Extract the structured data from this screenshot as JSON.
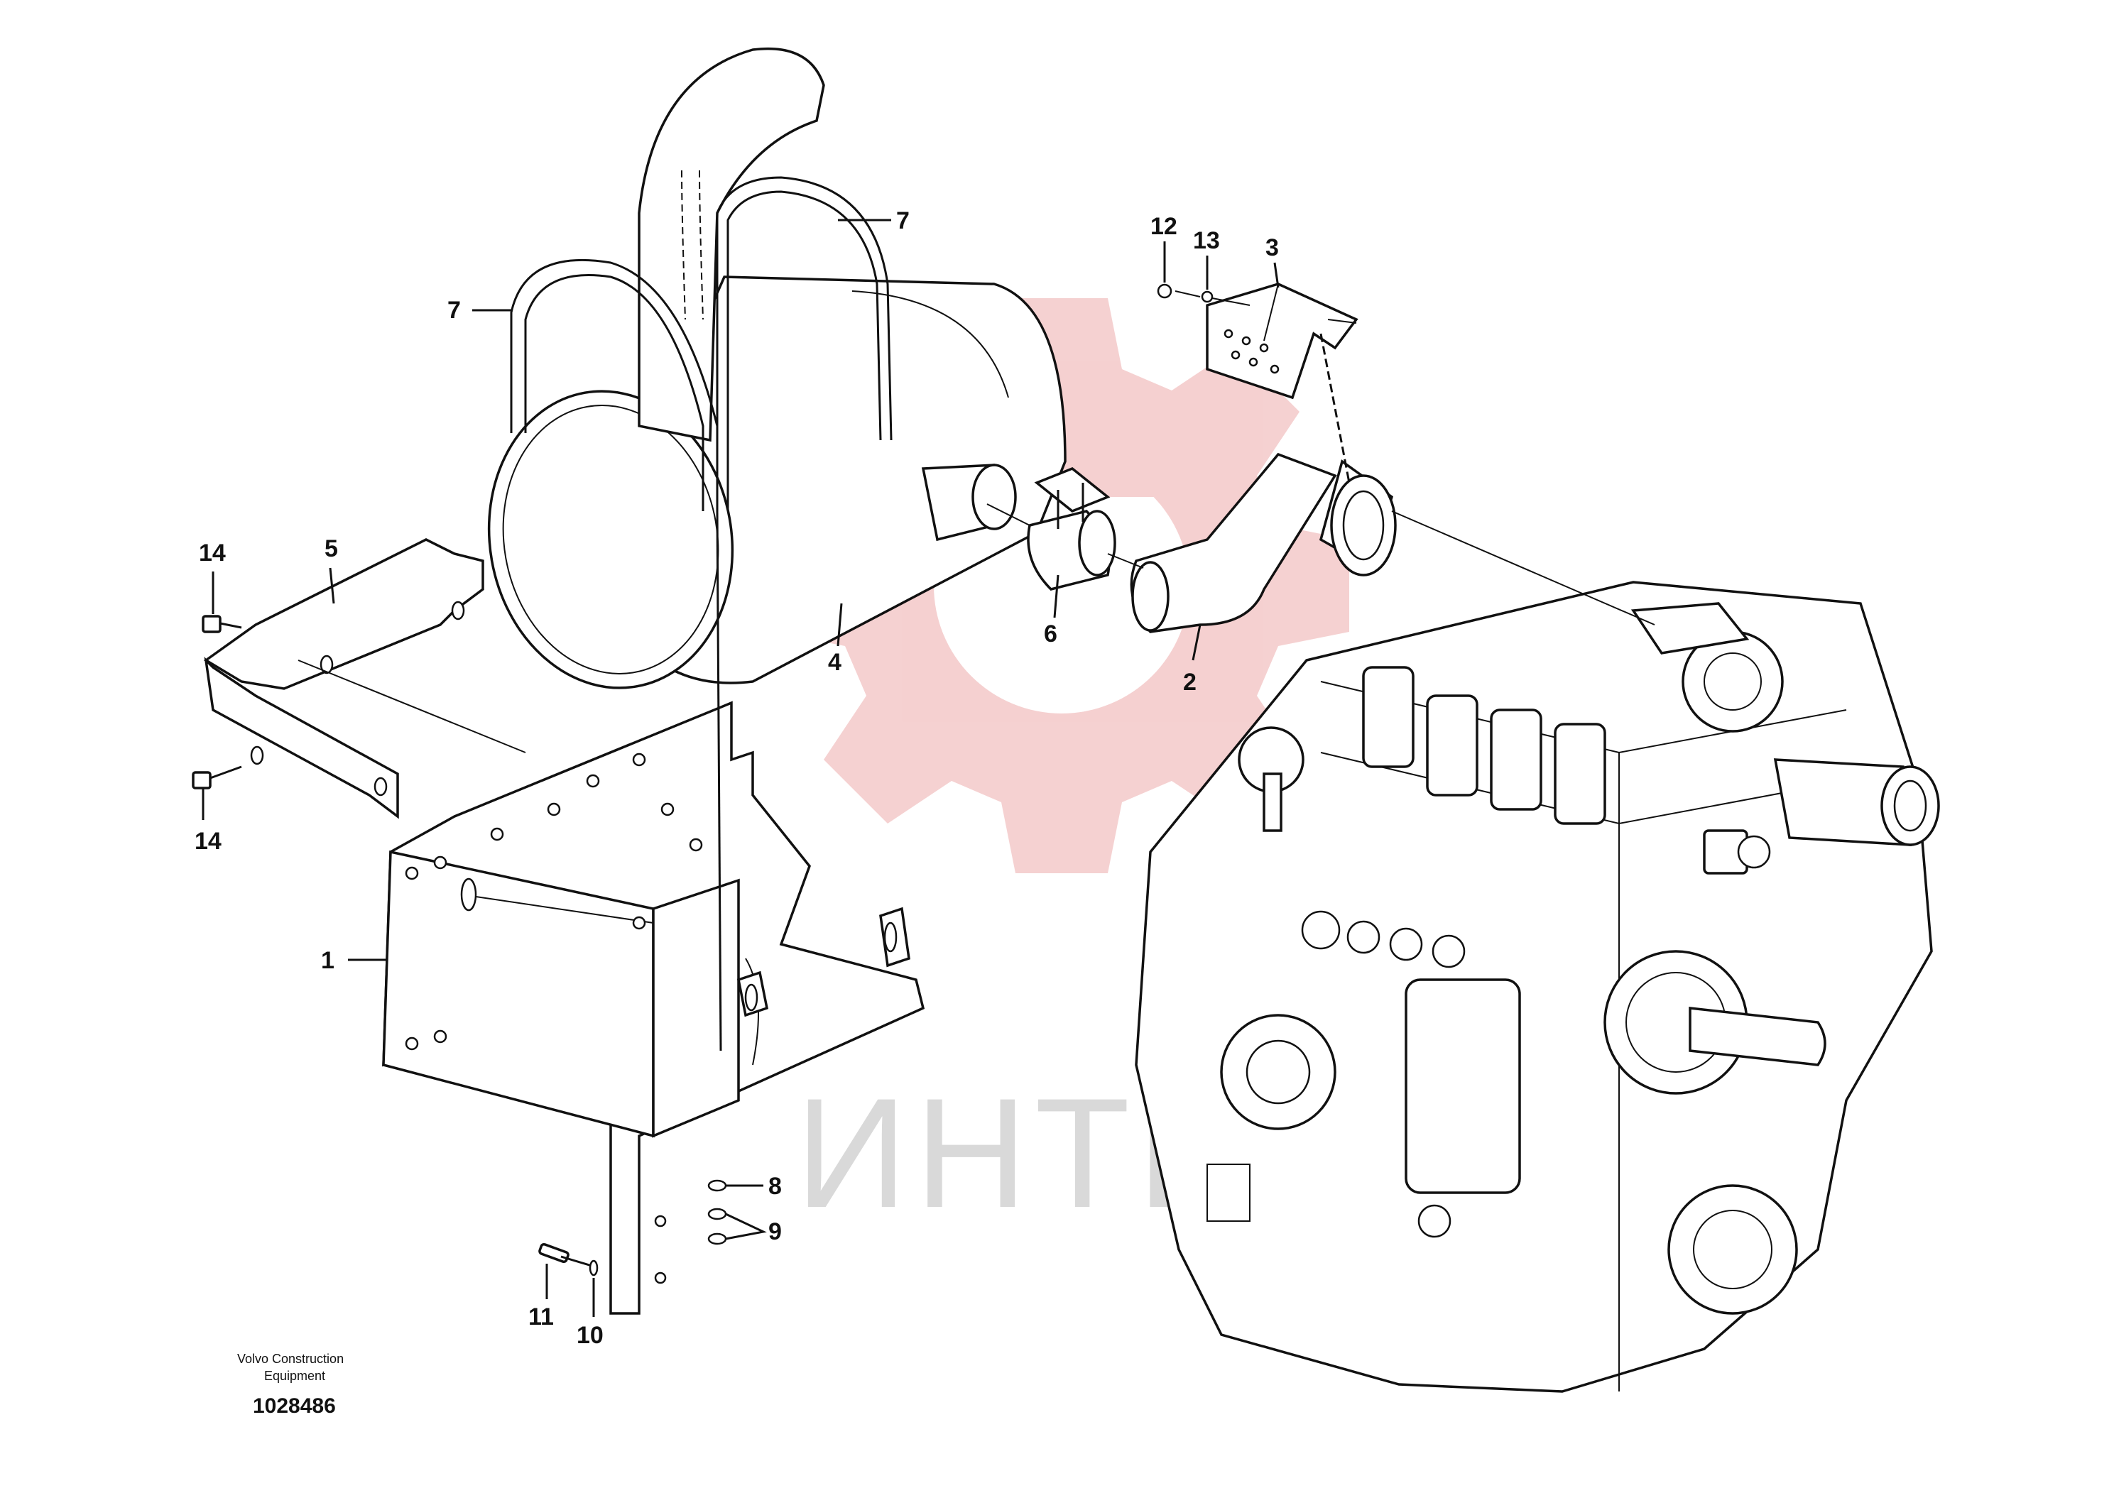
{
  "callouts": [
    {
      "id": "1",
      "text": "1"
    },
    {
      "id": "2",
      "text": "2"
    },
    {
      "id": "3",
      "text": "3"
    },
    {
      "id": "4",
      "text": "4"
    },
    {
      "id": "5",
      "text": "5"
    },
    {
      "id": "6",
      "text": "6"
    },
    {
      "id": "7a",
      "text": "7"
    },
    {
      "id": "7b",
      "text": "7"
    },
    {
      "id": "8",
      "text": "8"
    },
    {
      "id": "9",
      "text": "9"
    },
    {
      "id": "10",
      "text": "10"
    },
    {
      "id": "11",
      "text": "11"
    },
    {
      "id": "12",
      "text": "12"
    },
    {
      "id": "13",
      "text": "13"
    },
    {
      "id": "14a",
      "text": "14"
    },
    {
      "id": "14b",
      "text": "14"
    }
  ],
  "footer": {
    "brand_line1": "Volvo Construction",
    "brand_line2": "Equipment",
    "drawing_number": "1028486"
  },
  "watermark": {
    "text": "ИНТЕХ",
    "logo_color": "#f2c9c9",
    "text_color": "#d9d9d9"
  }
}
